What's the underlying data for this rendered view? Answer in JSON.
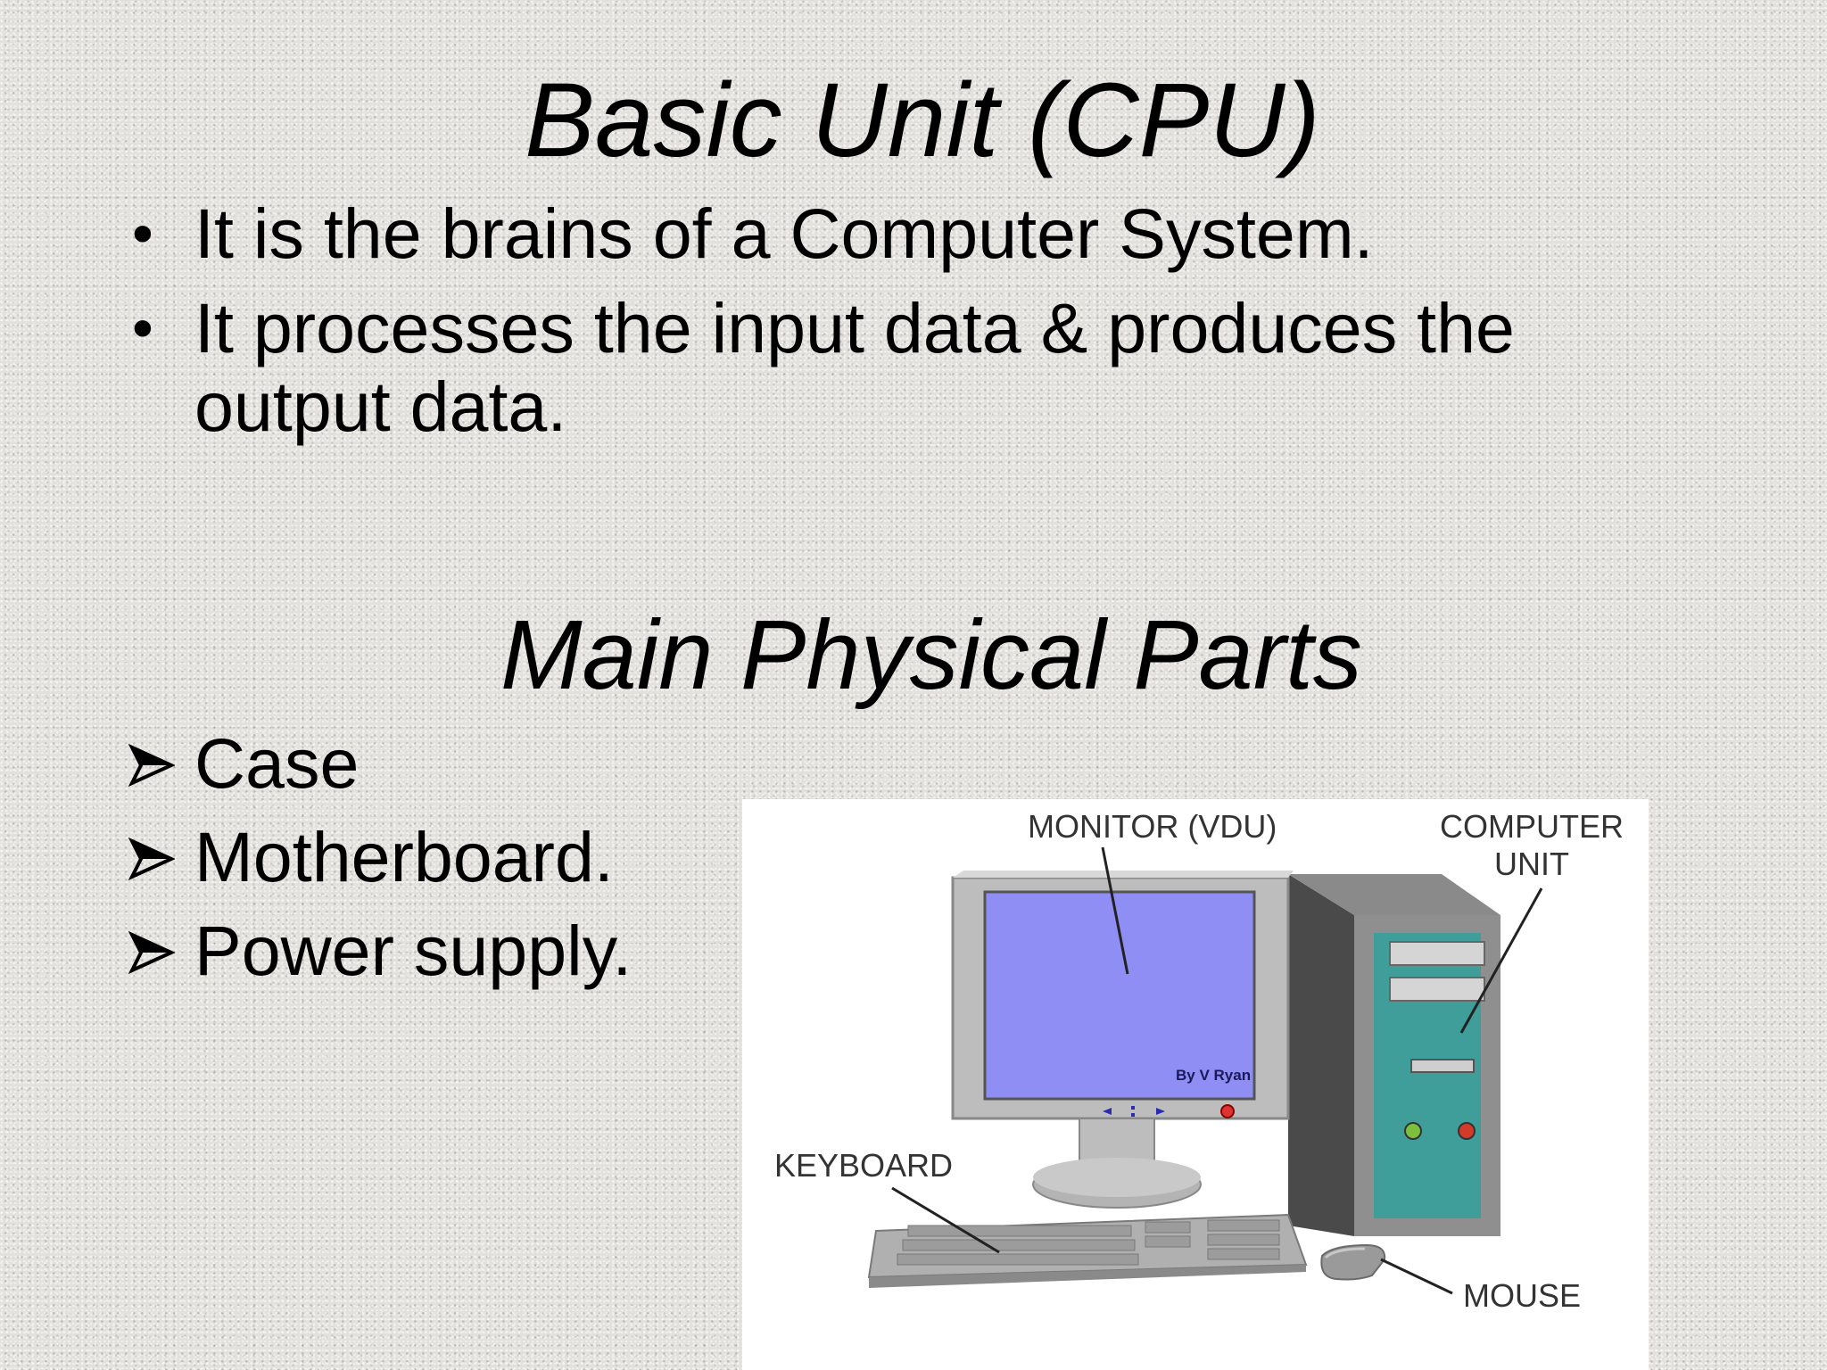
{
  "slide": {
    "title": "Basic Unit (CPU)",
    "bullets": [
      "It is the brains of a Computer System.",
      "It processes the input data & produces the output data."
    ],
    "subtitle": "Main Physical Parts",
    "parts": [
      "Case",
      "Motherboard.",
      "Power supply."
    ]
  },
  "figure": {
    "labels": {
      "monitor": "MONITOR (VDU)",
      "computer_unit": "COMPUTER UNIT",
      "keyboard": "KEYBOARD",
      "mouse": "MOUSE"
    },
    "credit": "By V Ryan"
  },
  "colors": {
    "screen": "#8e8ef4",
    "case_front": "#3f9e9a",
    "bezel": "#b7b7b7"
  }
}
